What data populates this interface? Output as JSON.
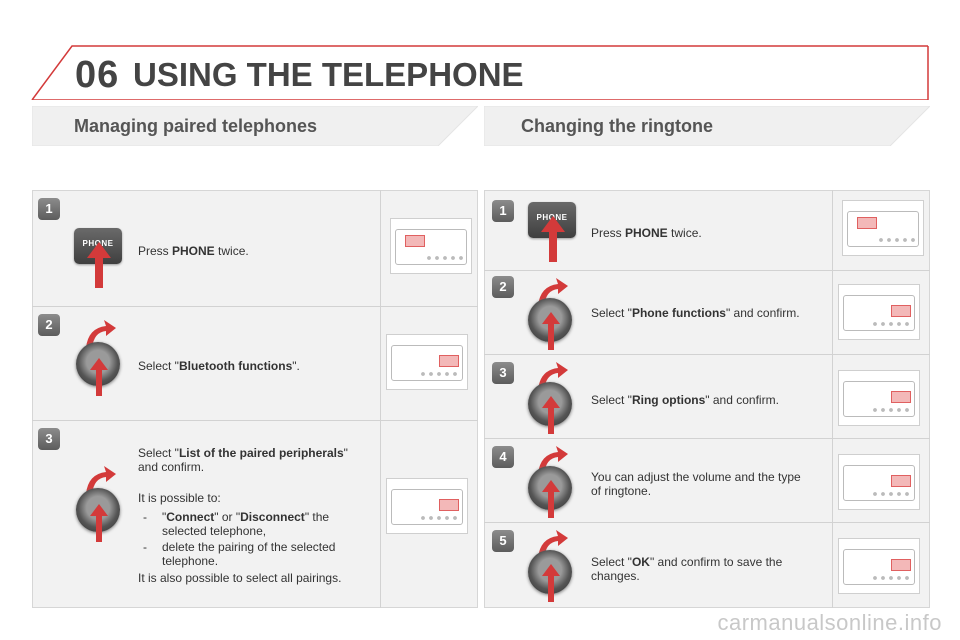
{
  "header": {
    "chapter_number": "06",
    "chapter_title": "USING THE TELEPHONE"
  },
  "colors": {
    "accent": "#d33a3a",
    "badge": "#6c6c6c",
    "panel": "#f2f2f2",
    "highlight": "#e06060"
  },
  "left": {
    "title": "Managing paired telephones",
    "steps": [
      {
        "num": "1",
        "control": "phone-button",
        "phone_label": "PHONE",
        "pre": "Press ",
        "bold": "PHONE",
        "post": " twice."
      },
      {
        "num": "2",
        "control": "knob",
        "pre": "Select \"",
        "bold": "Bluetooth functions",
        "post": "\"."
      },
      {
        "num": "3",
        "control": "knob",
        "pre": "Select \"",
        "bold": "List of the paired peripherals",
        "post": "\"",
        "line2": "and confirm.",
        "intro": "It is possible to:",
        "bullet1": {
          "dash": "-",
          "q1": "\"",
          "b1": "Connect",
          "mid": "\" or \"",
          "b2": "Disconnect",
          "post": "\" the",
          "line2": "selected telephone,"
        },
        "bullet2": {
          "dash": "-",
          "text": "delete the pairing of the selected",
          "line2": "telephone."
        },
        "closing": "It is also possible to select all pairings."
      }
    ]
  },
  "right": {
    "title": "Changing the ringtone",
    "steps": [
      {
        "num": "1",
        "control": "phone-button",
        "phone_label": "PHONE",
        "pre": "Press ",
        "bold": "PHONE",
        "post": " twice."
      },
      {
        "num": "2",
        "control": "knob",
        "pre": "Select \"",
        "bold": "Phone functions",
        "post": "\" and confirm."
      },
      {
        "num": "3",
        "control": "knob",
        "pre": "Select \"",
        "bold": "Ring options",
        "post": "\" and confirm."
      },
      {
        "num": "4",
        "control": "knob",
        "text": "You can adjust the volume and the type",
        "line2": "of ringtone."
      },
      {
        "num": "5",
        "control": "knob",
        "pre": "Select \"",
        "bold": "OK",
        "post": "\" and confirm to save the",
        "line2": "changes."
      }
    ]
  },
  "watermark": "carmanualsonline.info"
}
